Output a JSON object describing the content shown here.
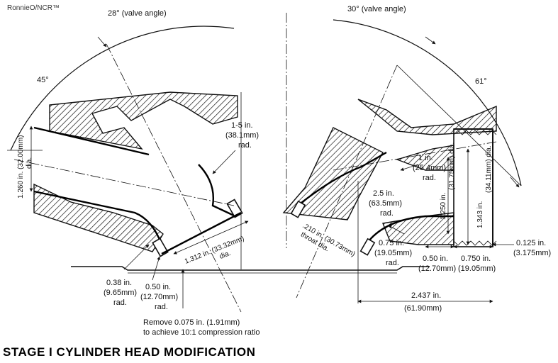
{
  "watermark": "RonnieO/NCR™",
  "title": "STAGE I CYLINDER HEAD MODIFICATION",
  "left": {
    "valve_angle": "28° (valve angle)",
    "seat_angle": "45°",
    "port_dia_1": "1.260 in. (32.00mm)",
    "port_dia_2": "dia.",
    "radius_1": "1-5 in.",
    "radius_2": "(38.1mm)",
    "radius_3": "rad.",
    "seat_dia_1": "1.312 in. (33.32mm)",
    "seat_dia_2": "dia.",
    "rad_a_1": "0.38 in.",
    "rad_a_2": "(9.65mm)",
    "rad_a_3": "rad.",
    "rad_b_1": "0.50 in.",
    "rad_b_2": "(12.70mm)",
    "rad_b_3": "rad.",
    "remove_1": "Remove 0.075 in. (1.91mm)",
    "remove_2": "to achieve 10:1 compression ratio"
  },
  "right": {
    "valve_angle": "30° (valve angle)",
    "seat_angle": "61°",
    "r1_1": "1 in.",
    "r1_2": "(25.4mm)",
    "r1_3": "rad.",
    "r2_1": "2.5 in.",
    "r2_2": "(63.5mm)",
    "r2_3": "rad.",
    "r3_1": "0.75 in.",
    "r3_2": "(19.05mm)",
    "r3_3": "rad.",
    "throat_1": ".210 in. (30.73mm)",
    "throat_2": "throat dia.",
    "dia_1250_1": "1.250 in.",
    "dia_1250_2": "(31.75mm) dia.",
    "dia_1343_1": "1.343 in.",
    "dia_1343_2": "(34.11mm) dia.",
    "d050_1": "0.50 in.",
    "d050_2": "(12.70mm)",
    "d0750_1": "0.750 in.",
    "d0750_2": "(19.05mm)",
    "d0125_1": "0.125 in.",
    "d0125_2": "(3.175mm)",
    "d2437_1": "2.437 in.",
    "d2437_2": "(61.90mm)"
  }
}
